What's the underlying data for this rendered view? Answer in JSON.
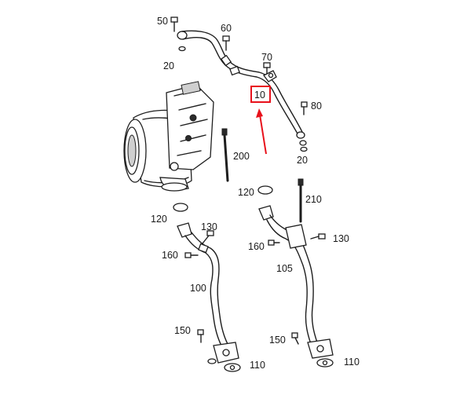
{
  "callouts": {
    "c50": "50",
    "c60": "60",
    "c20a": "20",
    "c70": "70",
    "c10": "10",
    "c80": "80",
    "c200": "200",
    "c20b": "20",
    "c120a": "120",
    "c210": "210",
    "c120b": "120",
    "c130a": "130",
    "c160a": "160",
    "c160b": "160",
    "c130b": "130",
    "c105": "105",
    "c100": "100",
    "c150a": "150",
    "c150b": "150",
    "c110a": "110",
    "c110b": "110"
  },
  "highlight": {
    "label": "10",
    "color": "#e8111b"
  },
  "arrow": {
    "color": "#e8111b"
  }
}
